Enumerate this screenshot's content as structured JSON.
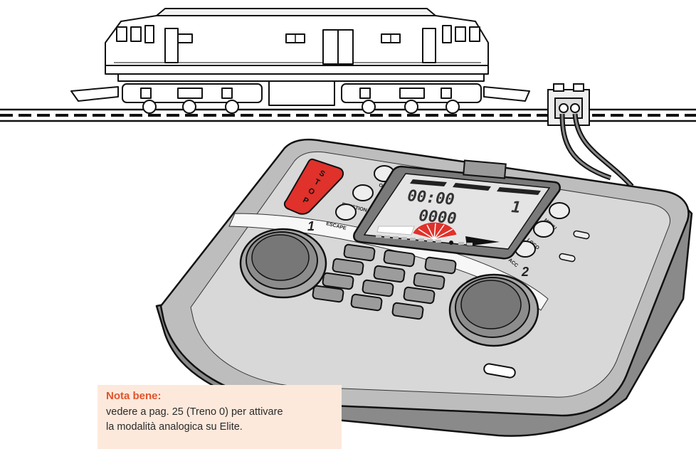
{
  "note": {
    "title": "Nota bene:",
    "line1": "vedere a pag. 25 (Treno 0) per attivare",
    "line2": "la modalità analogica su Elite."
  },
  "controller": {
    "stop_letters": [
      "S",
      "T",
      "O",
      "P"
    ],
    "buttons": {
      "on_off": "ON/OFF",
      "function": "FUNCTION",
      "escape": "ESCAPE",
      "menu": "MENU",
      "loco": "LOCO",
      "acc": "ACC"
    },
    "display": {
      "time": "00:00",
      "loco_number": "0000",
      "knob_indicator": "1"
    },
    "knobs": {
      "left": "1",
      "right": "2"
    }
  },
  "colors": {
    "stop_red": "#e0312b",
    "body_grey": "#b9b9b9",
    "lcd_bg": "#e4e4e4",
    "note_bg": "#fde9dc",
    "note_title": "#e2522b"
  }
}
